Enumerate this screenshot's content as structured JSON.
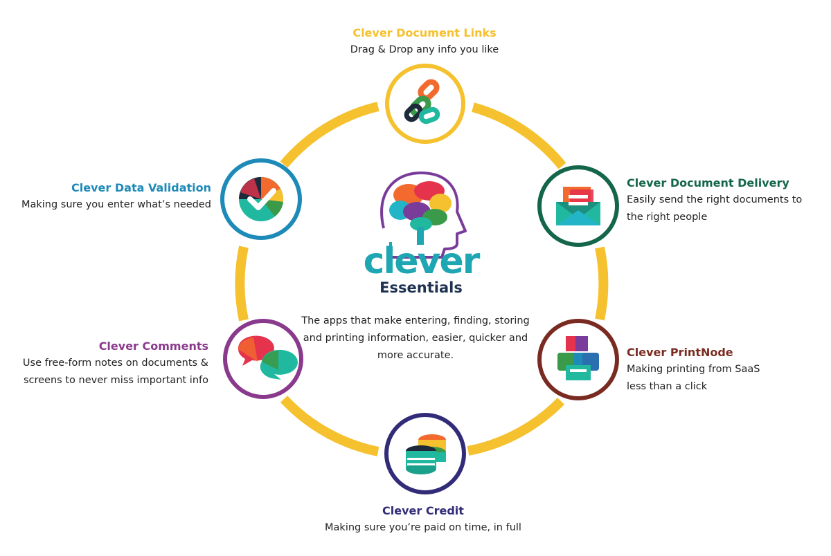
{
  "colors": {
    "ring": "#F5C12E",
    "links": "#F5C12E",
    "delivery": "#14664A",
    "printnode": "#7A2B21",
    "credit": "#322C78",
    "comments": "#8A3A8C",
    "validation": "#1E8AB8",
    "brand_teal": "#1FA6B3",
    "brand_navy": "#1E3150"
  },
  "center": {
    "wordmark": "clever",
    "product": "Essentials",
    "tagline": "The apps that make entering, finding, storing and printing information, easier, quicker and more accurate.",
    "icon": "brain-head-icon"
  },
  "apps": {
    "links": {
      "title": "Clever Document Links",
      "desc": "Drag & Drop any info you like",
      "icon": "chain-link-icon"
    },
    "delivery": {
      "title": "Clever Document Delivery",
      "desc": "Easily send the right documents to the right people",
      "icon": "envelope-icon"
    },
    "printnode": {
      "title": "Clever PrintNode",
      "desc": "Making printing from SaaS less than a click",
      "icon": "printer-icon"
    },
    "credit": {
      "title": "Clever Credit",
      "desc": "Making sure you’re paid on time, in full",
      "icon": "coin-stack-icon"
    },
    "comments": {
      "title": "Clever Comments",
      "desc": "Use free-form notes on documents & screens to never miss important info",
      "icon": "speech-bubbles-icon"
    },
    "validation": {
      "title": "Clever Data Validation",
      "desc": "Making sure you enter what’s needed",
      "icon": "checkmark-icon"
    }
  }
}
